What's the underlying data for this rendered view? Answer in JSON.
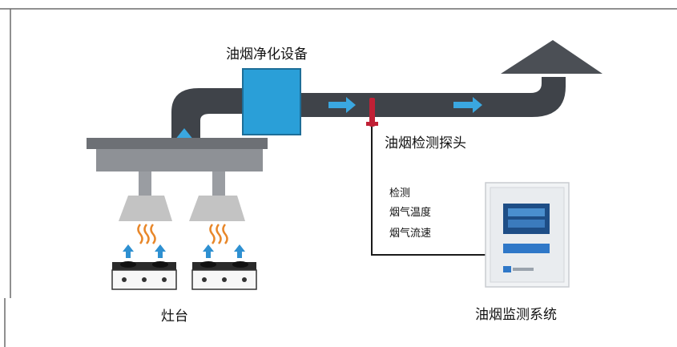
{
  "labels": {
    "purifier": "油烟净化设备",
    "probe": "油烟检测探头",
    "detect_title": "检测",
    "detect_temp": "烟气温度",
    "detect_flow": "烟气流速",
    "stove": "灶台",
    "monitor_system": "油烟监测系统"
  },
  "colors": {
    "duct": "#3f4349",
    "purifier_box": "#2a9fd8",
    "arrow": "#3aa7e0",
    "hood": "#c3c3c3",
    "probe": "#c02035",
    "heat": "#e8872a",
    "cabinet": "#f1f3f5",
    "screen": "#1e4e86",
    "panel_bar": "#2f78c8"
  }
}
